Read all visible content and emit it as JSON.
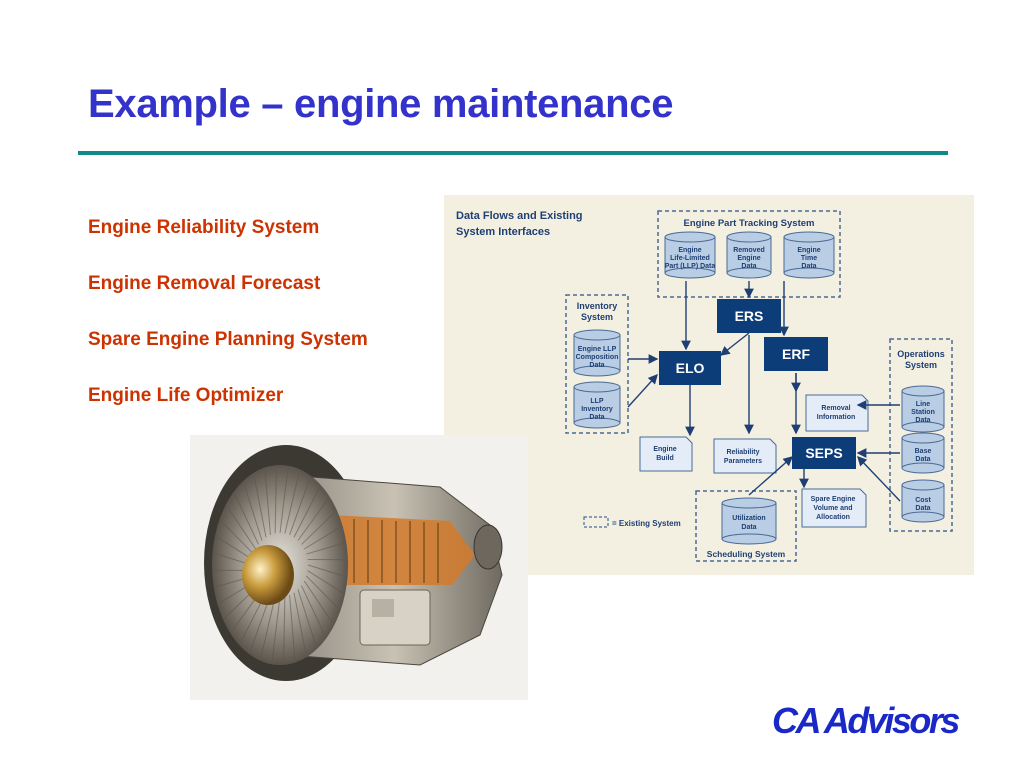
{
  "slide": {
    "title": "Example – engine maintenance",
    "bullets": [
      "Engine Reliability System",
      "Engine Removal Forecast",
      "Spare Engine Planning System",
      "Engine Life Optimizer"
    ],
    "brand": "CA Advisors"
  },
  "diagram": {
    "heading_line1": "Data Flows and Existing",
    "heading_line2": "System Interfaces",
    "part_tracking_label": "Engine Part Tracking System",
    "llp_data": [
      "Engine",
      "Life-Limited",
      "Part (LLP) Data"
    ],
    "removed_engine_data": [
      "Removed",
      "Engine",
      "Data"
    ],
    "engine_time_data": [
      "Engine",
      "Time",
      "Data"
    ],
    "inventory_label": [
      "Inventory",
      "System"
    ],
    "llp_composition": [
      "Engine LLP",
      "Composition",
      "Data"
    ],
    "llp_inventory": [
      "LLP",
      "Inventory",
      "Data"
    ],
    "ers": "ERS",
    "elo": "ELO",
    "erf": "ERF",
    "seps": "SEPS",
    "operations_label": [
      "Operations",
      "System"
    ],
    "line_station": [
      "Line",
      "Station",
      "Data"
    ],
    "base_data": [
      "Base",
      "Data"
    ],
    "cost_data": [
      "Cost",
      "Data"
    ],
    "removal_info": [
      "Removal",
      "Information"
    ],
    "engine_build": [
      "Engine",
      "Build"
    ],
    "reliability_params": [
      "Reliability",
      "Parameters"
    ],
    "spare_engine_volume": [
      "Spare Engine",
      "Volume and",
      "Allocation"
    ],
    "utilization_data": [
      "Utilization",
      "Data"
    ],
    "scheduling_label": "Scheduling System",
    "legend_label": "= Existing System"
  },
  "colors": {
    "title": "#3333cc",
    "rule": "#0f8a86",
    "bullets": "#cc3300",
    "brand": "#1a28c8",
    "system_box": "#0d3d78",
    "diagram_bg": "#f3f0e2"
  }
}
